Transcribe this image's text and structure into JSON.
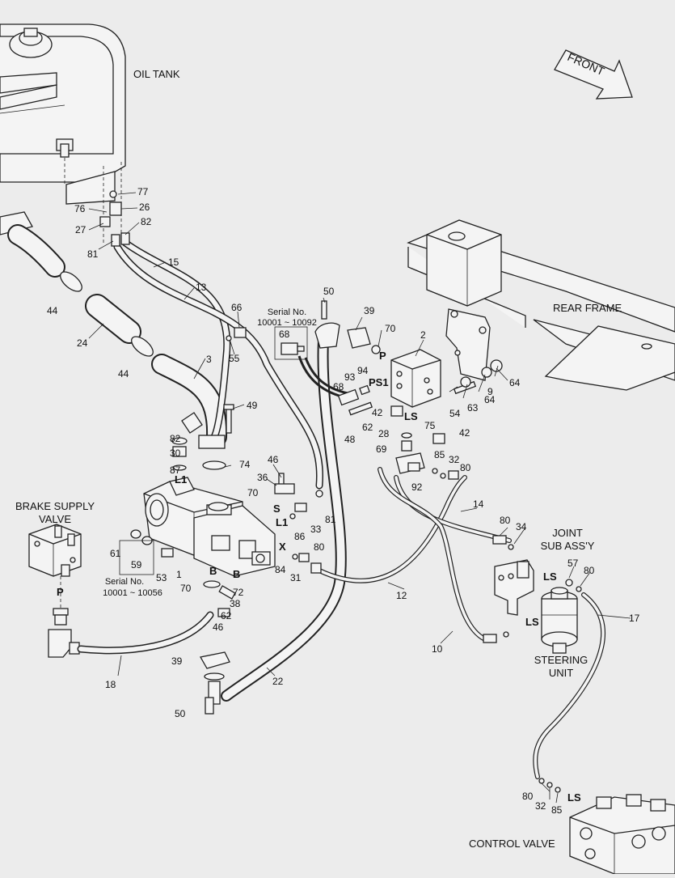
{
  "labels": {
    "oil_tank": "OIL TANK",
    "front": "FRONT",
    "rear_frame": "REAR FRAME",
    "brake_supply_line1": "BRAKE SUPPLY",
    "brake_supply_line2": "VALVE",
    "joint_line1": "JOINT",
    "joint_line2": "SUB ASS'Y",
    "steering_line1": "STEERING",
    "steering_line2": "UNIT",
    "control_valve": "CONTROL VALVE",
    "serial_a_line1": "Serial No.",
    "serial_a_line2": "10001 ~ 10092",
    "serial_b_line1": "Serial No.",
    "serial_b_line2": "10001 ~ 10056"
  },
  "port_letters": [
    "P",
    "PS1",
    "LS",
    "LS",
    "LS",
    "LS",
    "L1",
    "L1",
    "S",
    "X",
    "B",
    "B",
    "P"
  ],
  "callouts": [
    "77",
    "76",
    "26",
    "27",
    "82",
    "81",
    "15",
    "44",
    "24",
    "13",
    "66",
    "55",
    "3",
    "44",
    "49",
    "82",
    "30",
    "87",
    "74",
    "46",
    "36",
    "70",
    "81",
    "86",
    "33",
    "80",
    "84",
    "31",
    "1",
    "61",
    "59",
    "53",
    "70",
    "72",
    "38",
    "62",
    "46",
    "39",
    "50",
    "18",
    "22",
    "12",
    "50",
    "68",
    "39",
    "70",
    "2",
    "9",
    "64",
    "63",
    "64",
    "54",
    "93",
    "94",
    "68",
    "62",
    "48",
    "42",
    "28",
    "75",
    "42",
    "69",
    "85",
    "32",
    "80",
    "92",
    "14",
    "80",
    "34",
    "57",
    "80",
    "10",
    "17",
    "80",
    "32",
    "85"
  ],
  "colors": {
    "background": "#ececec",
    "line": "#222222",
    "part_fill": "#f4f4f4"
  }
}
